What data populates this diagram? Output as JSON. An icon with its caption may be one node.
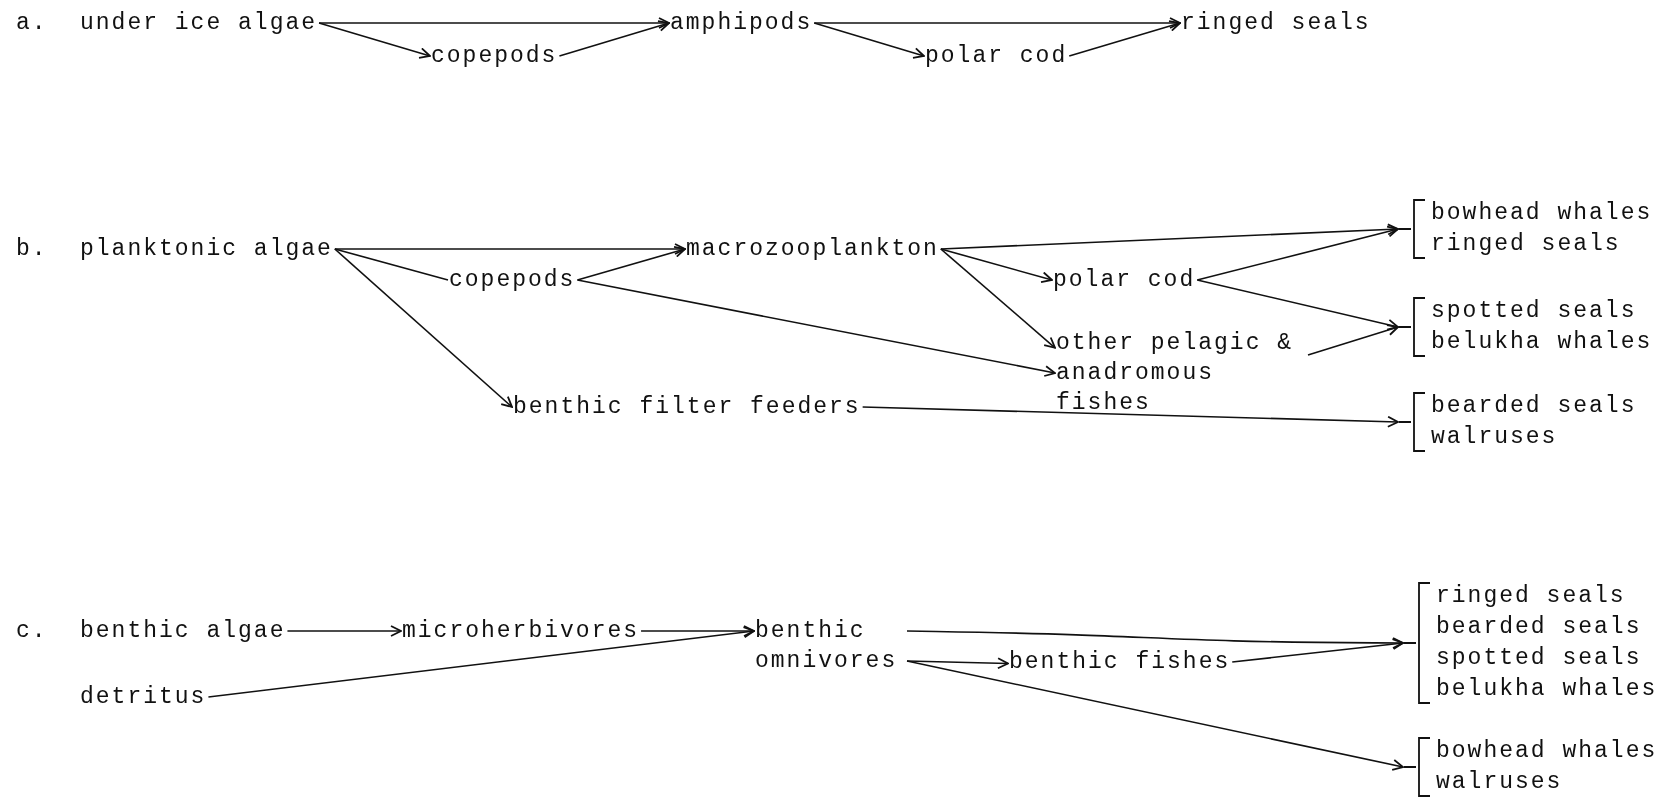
{
  "diagram": {
    "nodes": [
      {
        "text": [
          "under ice algae"
        ]
      },
      {
        "text": [
          "copepods"
        ]
      },
      {
        "text": [
          "amphipods"
        ]
      },
      {
        "text": [
          "polar cod"
        ]
      },
      {
        "text": [
          "ringed seals"
        ]
      },
      {
        "text": [
          "planktonic algae"
        ]
      },
      {
        "text": [
          "copepods"
        ]
      },
      {
        "text": [
          "macrozooplankton"
        ]
      },
      {
        "text": [
          "benthic filter feeders"
        ]
      },
      {
        "text": [
          "polar cod"
        ]
      },
      {
        "text": [
          "other pelagic & anadromous fishes"
        ]
      },
      {
        "text": [
          "bowhead whales",
          "ringed seals"
        ]
      },
      {
        "text": [
          "spotted seals",
          "belukha whales"
        ]
      },
      {
        "text": [
          "bearded seals",
          "walruses"
        ]
      },
      {
        "text": [
          "benthic algae"
        ]
      },
      {
        "text": [
          "microherbivores"
        ]
      },
      {
        "text": [
          "detritus"
        ]
      },
      {
        "text": [
          "benthic omnivores"
        ]
      },
      {
        "text": [
          "benthic fishes"
        ]
      },
      {
        "text": [
          "ringed seals",
          "bearded seals",
          "spotted seals",
          "belukha whales"
        ]
      },
      {
        "text": [
          "bowhead whales",
          "walruses"
        ]
      }
    ],
    "edges": [
      {
        "from": 0,
        "to": 2,
        "arrow": "to"
      },
      {
        "from": 0,
        "to": 1,
        "arrow": "to"
      },
      {
        "from": 1,
        "to": 2,
        "arrow": "to"
      },
      {
        "from": 2,
        "to": 4,
        "arrow": "to"
      },
      {
        "from": 2,
        "to": 3,
        "arrow": "to"
      },
      {
        "from": 3,
        "to": 4,
        "arrow": "to"
      },
      {
        "from": 5,
        "to": 7,
        "arrow": "to"
      },
      {
        "from": 5,
        "to": 6,
        "arrow": "none"
      },
      {
        "from": 5,
        "to": 8,
        "arrow": "to"
      },
      {
        "from": 6,
        "to": 7,
        "arrow": "to"
      },
      {
        "from": 6,
        "to": 10,
        "arrow": "to"
      },
      {
        "from": 7,
        "to": 11,
        "arrow": "to"
      },
      {
        "from": 7,
        "to": 9,
        "arrow": "to"
      },
      {
        "from": 7,
        "to": 10,
        "arrow": "to"
      },
      {
        "from": 9,
        "to": 11,
        "arrow": "to"
      },
      {
        "from": 9,
        "to": 12,
        "arrow": "to"
      },
      {
        "from": 10,
        "to": 12,
        "arrow": "to"
      },
      {
        "from": 8,
        "to": 13,
        "arrow": "to"
      },
      {
        "from": 14,
        "to": 15,
        "arrow": "to"
      },
      {
        "from": 15,
        "to": 17,
        "arrow": "to"
      },
      {
        "from": 16,
        "to": 17,
        "arrow": "to"
      },
      {
        "from": 17,
        "to": 19,
        "arrow": "to"
      },
      {
        "from": 17,
        "to": 18,
        "arrow": "to"
      },
      {
        "from": 18,
        "to": 19,
        "arrow": "to"
      },
      {
        "from": 17,
        "to": 20,
        "arrow": "to"
      }
    ],
    "labels": [
      "a.",
      "b.",
      "c."
    ]
  }
}
